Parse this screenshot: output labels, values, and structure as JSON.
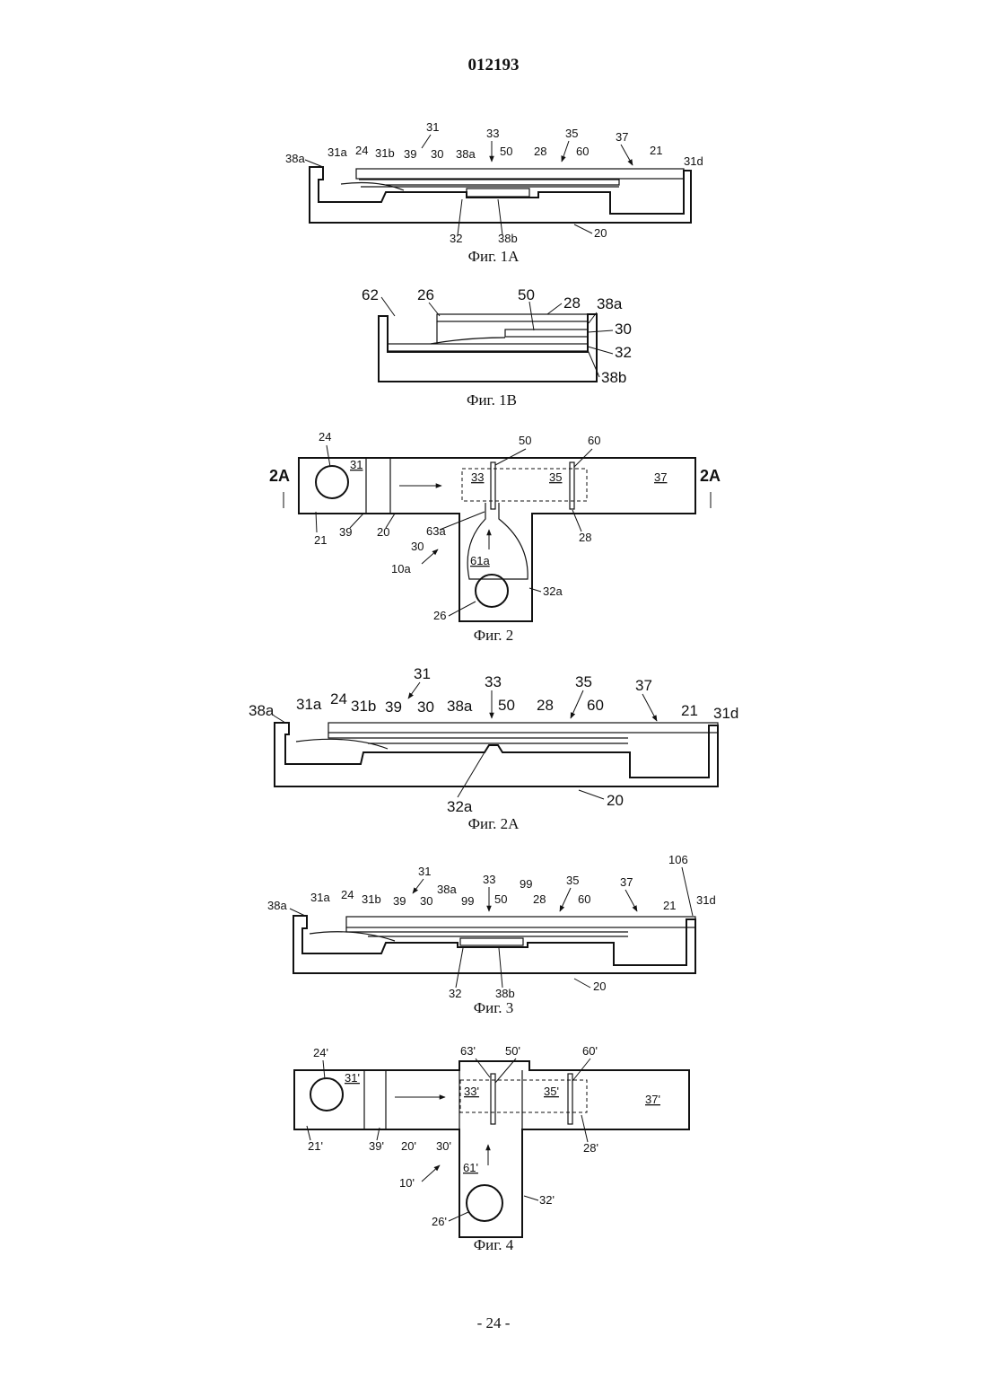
{
  "header": {
    "doc_number": "012193"
  },
  "footer": {
    "page_number": "- 24 -"
  },
  "figures": [
    {
      "caption": "Фиг. 1A",
      "labels": [
        "31",
        "38a",
        "31a",
        "24",
        "31b",
        "39",
        "30",
        "38a",
        "33",
        "50",
        "28",
        "35",
        "60",
        "37",
        "21",
        "31d",
        "32",
        "38b",
        "20"
      ]
    },
    {
      "caption": "Фиг. 1B",
      "labels": [
        "62",
        "26",
        "50",
        "28",
        "38a",
        "30",
        "32",
        "38b"
      ]
    },
    {
      "caption": "Фиг. 2",
      "labels": [
        "24",
        "31",
        "50",
        "60",
        "33",
        "35",
        "37",
        "2A",
        "2A",
        "21",
        "39",
        "20",
        "30",
        "63a",
        "28",
        "10a",
        "61a",
        "32a",
        "26"
      ]
    },
    {
      "caption": "Фиг. 2A",
      "labels": [
        "31",
        "33",
        "35",
        "37",
        "38a",
        "31a",
        "24",
        "31b",
        "39",
        "30",
        "38a",
        "50",
        "28",
        "60",
        "21",
        "31d",
        "32a",
        "20"
      ]
    },
    {
      "caption": "Фиг. 3",
      "labels": [
        "31",
        "33",
        "35",
        "37",
        "106",
        "38a",
        "31a",
        "24",
        "31b",
        "39",
        "30",
        "38a",
        "99",
        "50",
        "99",
        "28",
        "60",
        "21",
        "31d",
        "32",
        "38b",
        "20"
      ]
    },
    {
      "caption": "Фиг. 4",
      "labels": [
        "24'",
        "31'",
        "63'",
        "50'",
        "60'",
        "33'",
        "35'",
        "37'",
        "21'",
        "39'",
        "20'",
        "30'",
        "28'",
        "10'",
        "61'",
        "32'",
        "26'"
      ]
    }
  ]
}
